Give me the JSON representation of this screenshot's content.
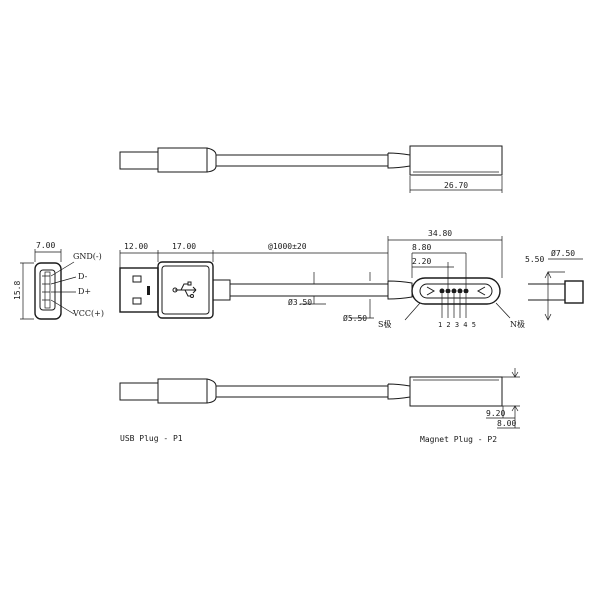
{
  "views": {
    "top": {
      "dim_magnet_width": "26.70"
    },
    "side": {
      "dim_plug_width": "7.00",
      "dim_plug_height": "15.8",
      "pins": {
        "gnd": "GND(-)",
        "dminus": "D-",
        "dplus": "D+",
        "vcc": "VCC(+)"
      },
      "dim_usb_tip": "12.00",
      "dim_usb_body": "17.00",
      "dim_cable_length": "@1000±20",
      "dim_cable_dia": "Ø3.50",
      "dim_strain_dia": "Ø5.50",
      "dim_magnet_length": "34.80",
      "dim_pin_span": "8.80",
      "dim_pin_pitch": "2.20",
      "pin_numbers": "1 2 3 4 5",
      "pole_s": "S极",
      "pole_n": "N极",
      "dim_end_height": "5.50",
      "dim_end_dia": "Ø7.50"
    },
    "bottom": {
      "dim_9_20": "9.20",
      "dim_8_00": "8.00"
    }
  },
  "captions": {
    "usb": "USB Plug - P1",
    "magnet": "Magnet Plug - P2"
  }
}
